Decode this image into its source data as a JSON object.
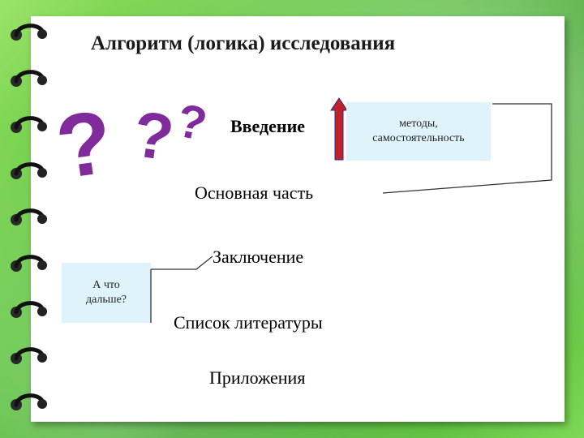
{
  "title": "Алгоритм  (логика) исследования",
  "nodes": {
    "introduction": "Введение",
    "main_part": "Основная часть",
    "conclusion": "Заключение",
    "references": "Список литературы",
    "appendices": "Приложения"
  },
  "methods_box": {
    "line1": "методы,",
    "line2": "самостоятельность"
  },
  "next_box": {
    "line1": "А что",
    "line2": "дальше?"
  },
  "colors": {
    "question_marks": "#7f2b9c",
    "arrow": "#c0202a",
    "box_fill": "#dff3fb",
    "page": "#ffffff"
  }
}
